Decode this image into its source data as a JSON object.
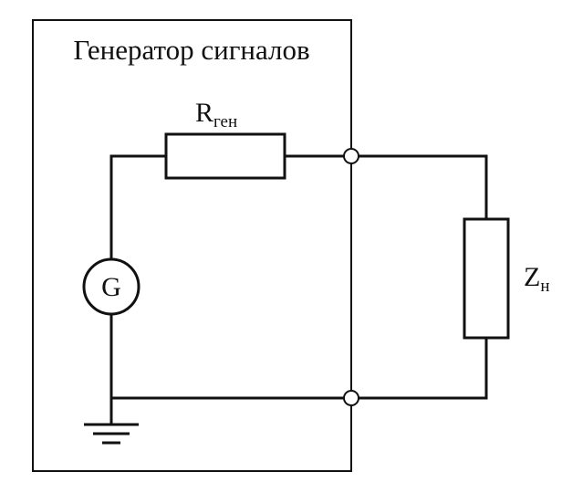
{
  "block": {
    "title": "Генератор сигналов"
  },
  "components": {
    "source_label": "G",
    "resistor": {
      "symbol": "R",
      "subscript": "ген"
    },
    "load": {
      "symbol": "Z",
      "subscript": "н"
    }
  },
  "colors": {
    "line": "#111111",
    "background": "#ffffff"
  },
  "icons": {
    "ground": "ground-icon"
  }
}
